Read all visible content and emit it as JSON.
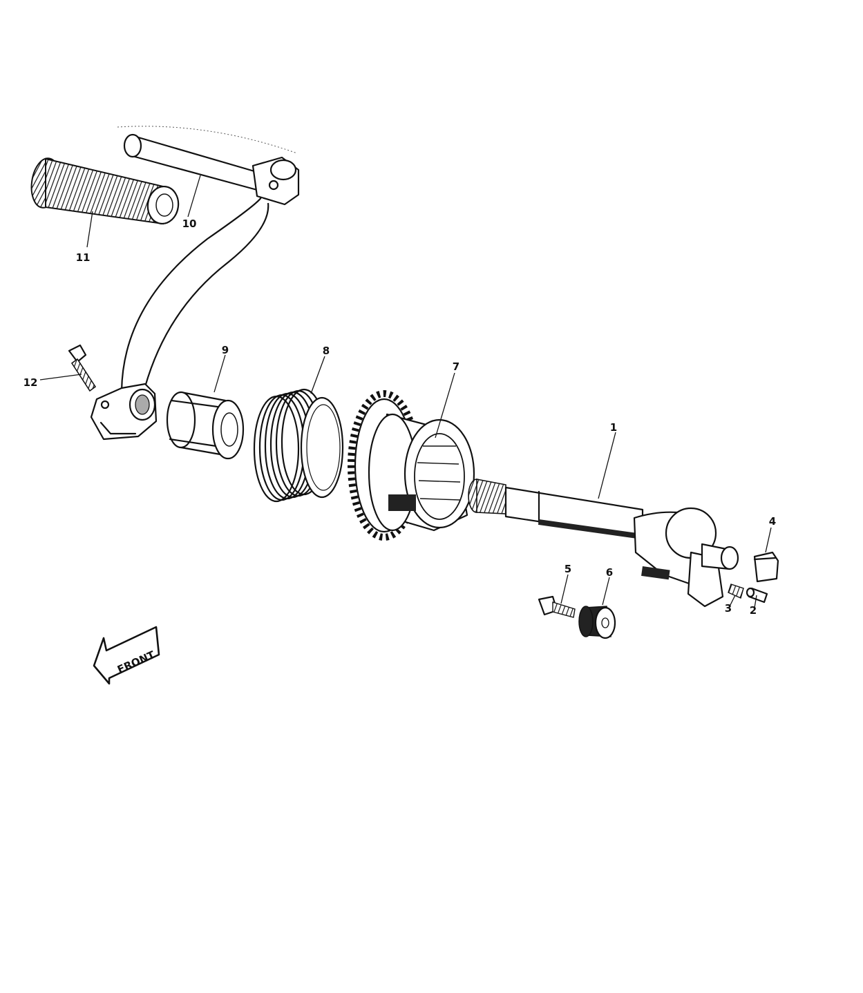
{
  "parts": [
    {
      "id": "kickstart-shaft",
      "number": "1"
    },
    {
      "id": "pin",
      "number": "2"
    },
    {
      "id": "spring",
      "number": "3"
    },
    {
      "id": "stopper",
      "number": "4"
    },
    {
      "id": "bolt",
      "number": "5"
    },
    {
      "id": "collar",
      "number": "6"
    },
    {
      "id": "kickstart-gear",
      "number": "7"
    },
    {
      "id": "return-spring",
      "number": "8"
    },
    {
      "id": "ratchet-guide",
      "number": "9"
    },
    {
      "id": "pedal-shaft",
      "number": "10"
    },
    {
      "id": "pedal-rubber",
      "number": "11"
    },
    {
      "id": "pedal-bolt",
      "number": "12"
    }
  ],
  "direction_label": "FRONT"
}
